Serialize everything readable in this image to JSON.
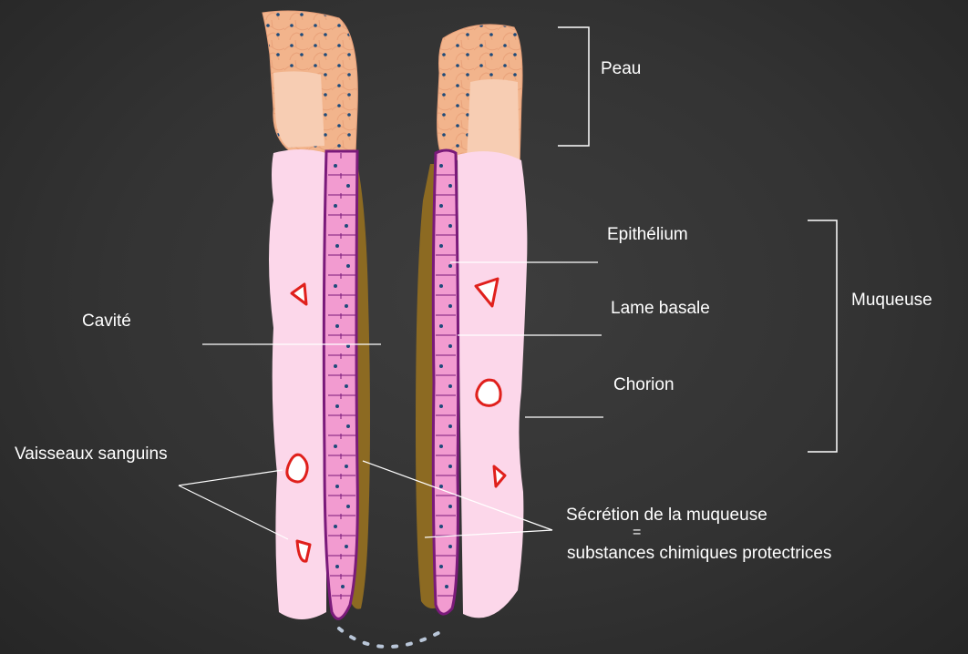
{
  "labels": {
    "peau": "Peau",
    "epithelium": "Epithélium",
    "lame_basale": "Lame basale",
    "chorion": "Chorion",
    "muqueuse": "Muqueuse",
    "cavite": "Cavité",
    "vaisseaux": "Vaisseaux sanguins",
    "secretion": "Sécrétion de la muqueuse",
    "equals": "=",
    "substances": "substances chimiques  protectrices"
  },
  "colors": {
    "background": "#333333",
    "chorion": "#fcd7ea",
    "epithelium_cells": "#f29bd0",
    "epithelium_outline": "#7a1a7a",
    "secretion": "#8c6a22",
    "skin": "#f2b48c",
    "skin_inner": "#f7cdb3",
    "vessel": "#e0201c",
    "label": "#ffffff"
  }
}
